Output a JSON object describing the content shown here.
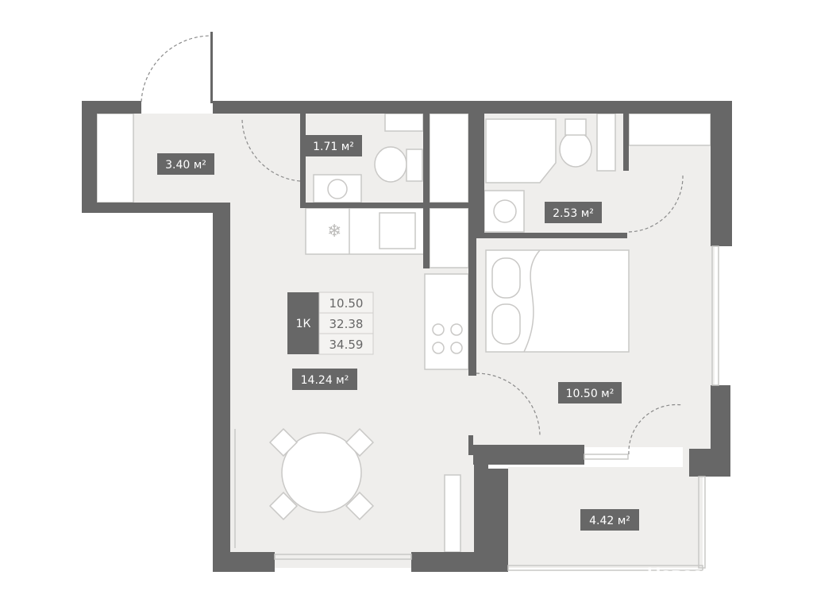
{
  "plan": {
    "summary": {
      "type": "1К",
      "living_area": "10.50",
      "total_area": "32.38",
      "total_area_with_balcony": "34.59"
    },
    "rooms": [
      {
        "name": "hallway",
        "area": "3.40 м²"
      },
      {
        "name": "bathroom-small",
        "area": "1.71 м²"
      },
      {
        "name": "bathroom",
        "area": "2.53 м²"
      },
      {
        "name": "kitchen-living",
        "area": "14.24 м²"
      },
      {
        "name": "bedroom",
        "area": "10.50 м²"
      },
      {
        "name": "balcony",
        "area": "4.42 м²"
      }
    ],
    "watermark": "Новострой-СПб",
    "colors": {
      "wall": "#676767",
      "floor": "#efeeec"
    }
  }
}
